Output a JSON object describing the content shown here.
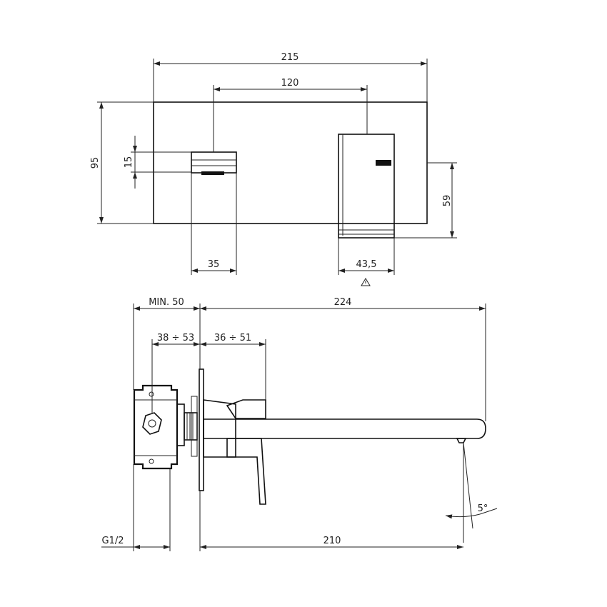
{
  "drawing": {
    "front_view": {
      "overall_width": "215",
      "center_distance": "120",
      "plate_height": "95",
      "spout_thickness": "15",
      "handle_height": "59",
      "spout_width": "35",
      "handle_width": "43,5"
    },
    "side_view": {
      "min_depth": "MIN. 50",
      "projection": "224",
      "body_range": "38 ÷ 53",
      "plate_range": "36 ÷ 51",
      "angle": "5°",
      "thread": "G1/2",
      "spout_reach": "210"
    },
    "colors": {
      "line": "#111111",
      "paper": "#ffffff"
    }
  }
}
